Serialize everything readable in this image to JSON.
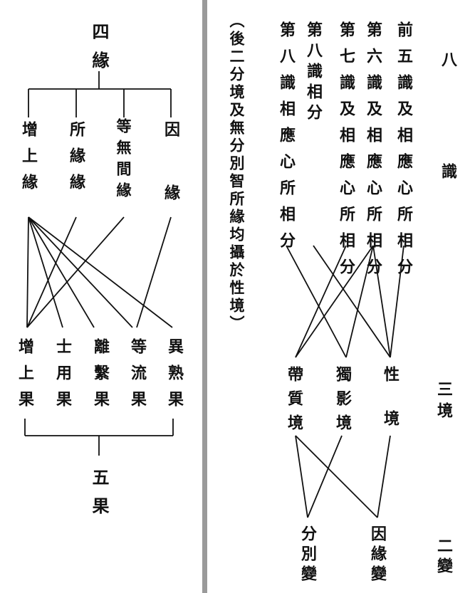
{
  "left": {
    "title": "四緣",
    "conditions": [
      "增上緣",
      "所緣緣",
      "等無間緣",
      "因緣"
    ],
    "results": [
      "增上果",
      "士用果",
      "離繫果",
      "等流果",
      "異熟果"
    ],
    "bottom": "五果"
  },
  "right": {
    "note": "（後二分境及無分別智所緣均攝於性境）",
    "sections": {
      "consciousness": "八識",
      "objects": "三境",
      "transformations": "二變"
    },
    "parts": [
      "前五識及相應心所相分",
      "第六識及相應心所相分",
      "第七識及相應心所相分",
      "第八識相分",
      "第八識相應心所相分"
    ],
    "objects": [
      "性境",
      "獨影境",
      "帶質境"
    ],
    "transformations": [
      "因緣變",
      "分別變"
    ]
  }
}
